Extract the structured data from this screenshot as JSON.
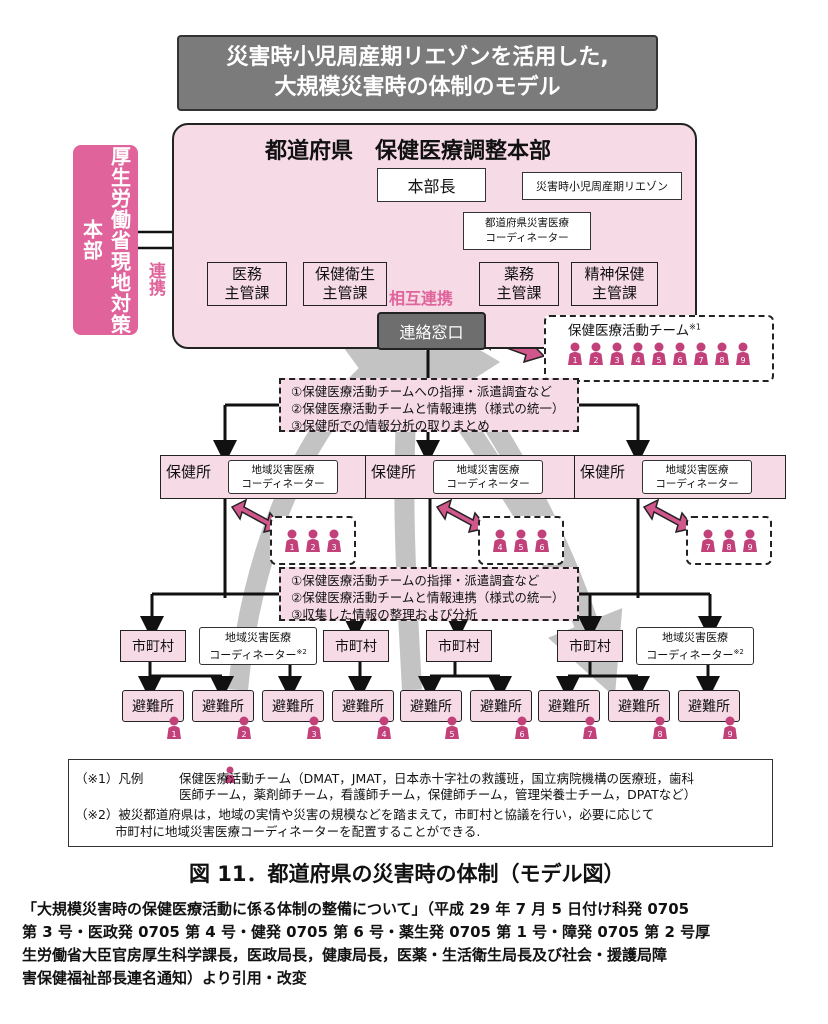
{
  "title": {
    "line1": "災害時小児周産期リエゾンを活用した,",
    "line2": "大規模災害時の体制のモデル"
  },
  "mhlw": "厚生労働省現地対策本部",
  "renkei": "連携",
  "hq": {
    "title": "都道府県　保健医療調整本部",
    "chief": "本部長",
    "liaison": "災害時小児周産期リエゾン",
    "coordinator": {
      "line1": "都道府県災害医療",
      "line2": "コーディネーター"
    },
    "depts": [
      {
        "line1": "医務",
        "line2": "主管課"
      },
      {
        "line1": "保健衛生",
        "line2": "主管課"
      },
      {
        "line1": "薬務",
        "line2": "主管課"
      },
      {
        "line1": "精神保健",
        "line2": "主管課"
      }
    ],
    "mutual": "相互連携",
    "contact": "連絡窓口"
  },
  "team_box": {
    "label": "保健医療活動チーム",
    "mark": "※1",
    "numbers": [
      "1",
      "2",
      "3",
      "4",
      "5",
      "6",
      "7",
      "8",
      "9"
    ]
  },
  "instr1": [
    "①保健医療活動チームへの指揮・派遣調査など",
    "②保健医療活動チームと情報連携（様式の統一）",
    "③保健所での情報分析の取りまとめ"
  ],
  "instr2": [
    "①保健医療活動チームの指揮・派遣調査など",
    "②保健医療活動チームと情報連携（様式の統一）",
    "③収集した情報の整理および分析"
  ],
  "health_center": "保健所",
  "local_coord": {
    "line1": "地域災害医療",
    "line2": "コーディネーター"
  },
  "local_coord_mark": "※2",
  "hc_teams": [
    [
      "1",
      "2",
      "3"
    ],
    [
      "4",
      "5",
      "6"
    ],
    [
      "7",
      "8",
      "9"
    ]
  ],
  "municipality": "市町村",
  "shelter": "避難所",
  "shelter_numbers": [
    "1",
    "2",
    "3",
    "4",
    "5",
    "6",
    "7",
    "8",
    "9"
  ],
  "legend": {
    "note1_mark": "（※1）凡例",
    "note1_line1": "保健医療活動チーム（DMAT，JMAT，日本赤十字社の救護班，国立病院機構の医療班，歯科",
    "note1_line2": "医師チーム，薬剤師チーム，看護師チーム，保健師チーム，管理栄養士チーム，DPATなど）",
    "note2_line1": "（※2）被災都道府県は，地域の実情や災害の規模などを踏まえて，市町村と協議を行い，必要に応じて",
    "note2_line2": "市町村に地域災害医療コーディネーターを配置することができる."
  },
  "figure_caption": "図 11．都道府県の災害時の体制（モデル図）",
  "source": [
    "「大規模災害時の保健医療活動に係る体制の整備について」（平成 29 年 7 月 5 日付け科発 0705",
    "第 3 号・医政発 0705 第 4 号・健発 0705 第 6 号・薬生発 0705 第 1 号・障発 0705 第 2 号厚",
    "生労働省大臣官房厚生科学課長，医政局長，健康局長，医薬・生活衛生局長及び社会・援護局障",
    "害保健福祉部長連名通知）より引用・改変"
  ],
  "colors": {
    "pink_fill": "#f6dbe6",
    "magenta": "#e0649b",
    "person": "#c2417a",
    "gray_arrow": "#bdbdbd",
    "title_bg": "#7b7b7b",
    "contact_bg": "#6e6e6e"
  }
}
